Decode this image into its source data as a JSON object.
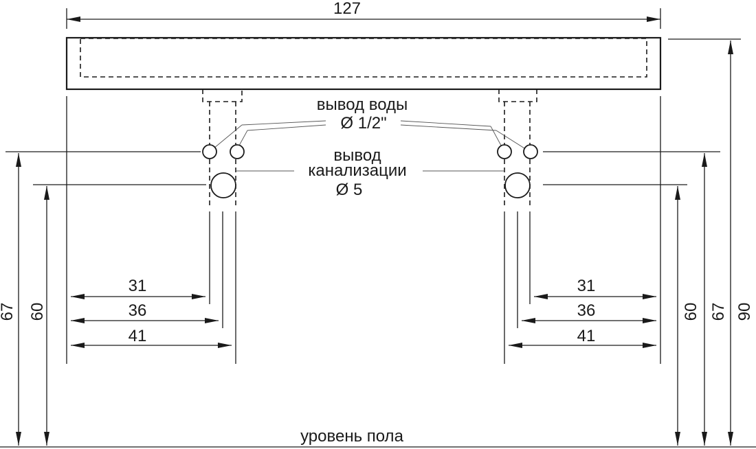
{
  "labels": {
    "overall_width": "127",
    "water_outlet": "вывод воды",
    "water_diameter": "Ø 1/2\"",
    "drain_outlet_1": "вывод",
    "drain_outlet_2": "канализации",
    "drain_diameter": "Ø 5",
    "floor_level": "уровень пола"
  },
  "dimensions": {
    "left_horizontal": [
      "31",
      "36",
      "41"
    ],
    "right_horizontal": [
      "31",
      "36",
      "41"
    ],
    "left_vertical": [
      "67",
      "60"
    ],
    "right_vertical": [
      "60",
      "67",
      "90"
    ]
  },
  "colors": {
    "ink": "#1a1a1a",
    "leader": "#555555"
  }
}
